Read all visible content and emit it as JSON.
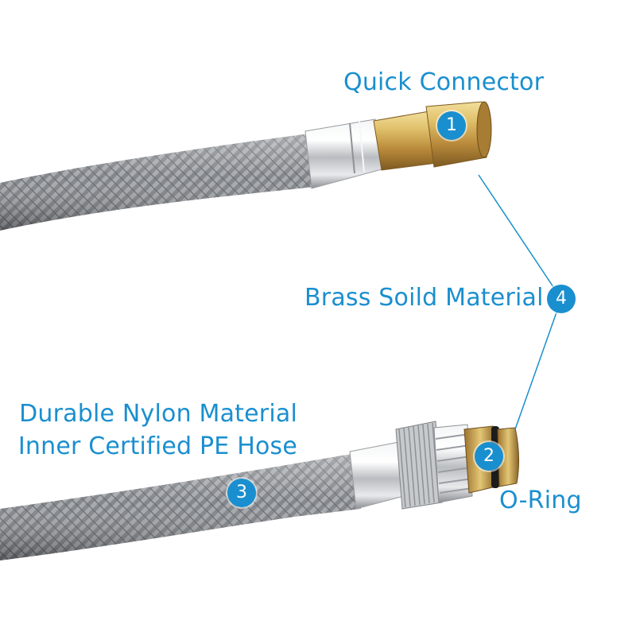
{
  "callouts": {
    "quick_connector": "Quick Connector",
    "brass": "Brass Soild Material",
    "nylon_line1": "Durable Nylon Material",
    "nylon_line2": "Inner Certified PE Hose",
    "oring": "O-Ring"
  },
  "badges": {
    "b1": "1",
    "b2": "2",
    "b3": "3",
    "b4": "4"
  },
  "colors": {
    "accent": "#1a8fcf",
    "braid": "#8a8d92",
    "brass": "#c9a24a",
    "chrome": "#d7d9dc"
  }
}
